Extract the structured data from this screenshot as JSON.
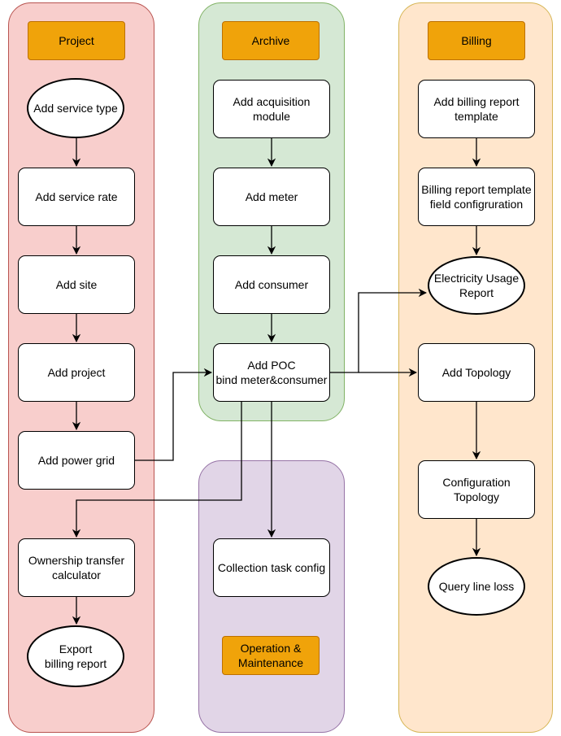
{
  "lanes": {
    "project": {
      "title": "Project"
    },
    "archive": {
      "title": "Archive"
    },
    "operation": {
      "title": "Operation &\nMaintenance"
    },
    "billing": {
      "title": "Billing"
    }
  },
  "nodes": {
    "add_service_type": "Add service type",
    "add_service_rate": "Add service rate",
    "add_site": "Add site",
    "add_project": "Add project",
    "add_power_grid": "Add power grid",
    "ownership_transfer": "Ownership transfer\ncalculator",
    "export_billing": "Export\nbilling report",
    "add_acquisition": "Add  acquisition\nmodule",
    "add_meter": "Add meter",
    "add_consumer": "Add consumer",
    "add_poc": "Add POC\nbind meter&consumer",
    "collection_task": "Collection task config",
    "add_billing_template": "Add billing report\ntemplate",
    "billing_field_config": "Billing report template\nfield configruration",
    "electricity_usage": "Electricity Usage\nReport",
    "add_topology": "Add Topology",
    "configuration_topology": "Configuration\nTopology",
    "query_line_loss": "Query line loss"
  }
}
